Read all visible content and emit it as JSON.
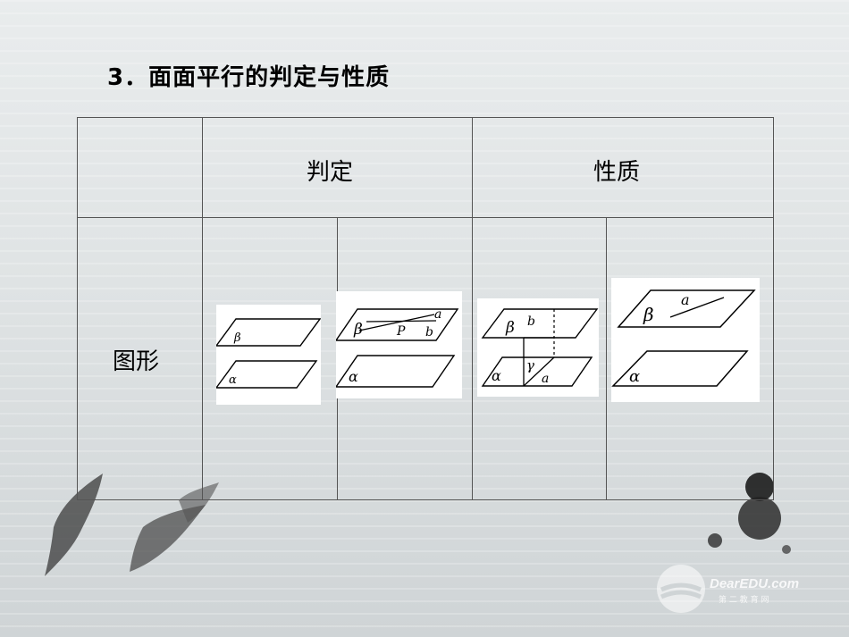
{
  "title": "3．面面平行的判定与性质",
  "table": {
    "header_judgement": "判定",
    "header_property": "性质",
    "row_label": "图形"
  },
  "figures": {
    "fig1": {
      "top_plane": "β",
      "bottom_plane": "α"
    },
    "fig2": {
      "top_plane": "β",
      "point": "P",
      "line_a": "a",
      "line_b": "b",
      "bottom_plane": "α"
    },
    "fig3": {
      "top_plane": "β",
      "line_b": "b",
      "gamma": "γ",
      "line_a": "a",
      "bottom_plane": "α"
    },
    "fig4": {
      "top_plane": "β",
      "line_a": "a",
      "bottom_plane": "α"
    }
  },
  "watermark": {
    "brand": "DearEDU.com",
    "subtitle": "第 二 教 育 网"
  }
}
